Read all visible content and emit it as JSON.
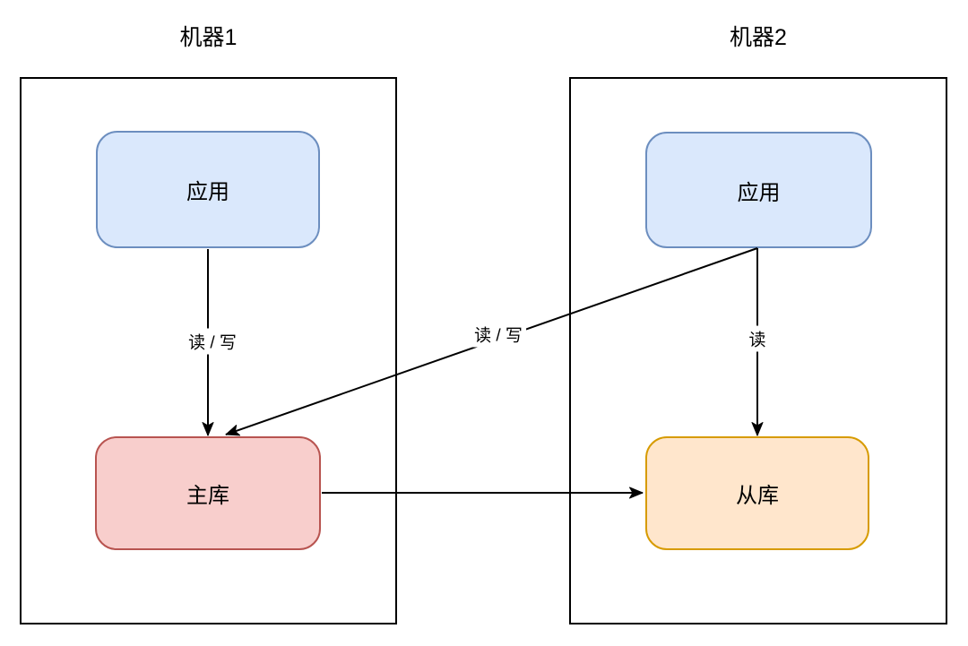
{
  "diagram": {
    "machines": [
      {
        "title": "机器1"
      },
      {
        "title": "机器2"
      }
    ],
    "nodes": {
      "app1": {
        "label": "应用"
      },
      "master": {
        "label": "主库"
      },
      "app2": {
        "label": "应用"
      },
      "slave": {
        "label": "从库"
      }
    },
    "edge_labels": {
      "app1_to_master": "读 / 写",
      "app2_to_master": "读 / 写",
      "app2_to_slave": "读"
    },
    "colors": {
      "app_fill": "#dae8fc",
      "app_stroke": "#6c8ebf",
      "master_fill": "#f8cecc",
      "master_stroke": "#b85450",
      "slave_fill": "#ffe6cc",
      "slave_stroke": "#d79b00",
      "machine_border": "#000000",
      "arrow": "#000000"
    }
  }
}
